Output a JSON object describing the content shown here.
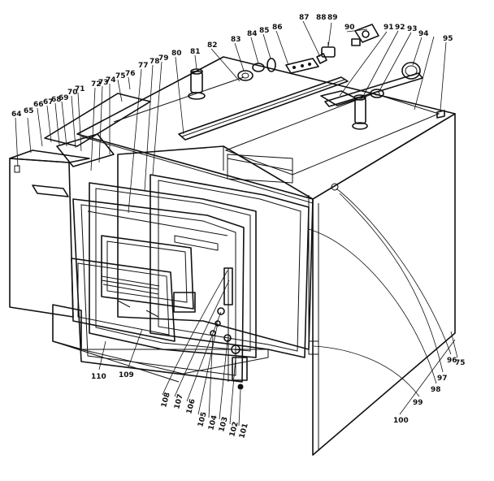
{
  "diagram": {
    "labels_top": [
      "64",
      "65",
      "66",
      "67",
      "68",
      "69",
      "70",
      "71",
      "72",
      "73",
      "74",
      "75",
      "76",
      "77",
      "78",
      "79",
      "80",
      "81",
      "82",
      "83",
      "84",
      "85",
      "86",
      "87",
      "88",
      "89",
      "90",
      "91",
      "92",
      "93",
      "94",
      "95"
    ],
    "labels_right": [
      "96",
      "75",
      "97",
      "98",
      "99",
      "100"
    ],
    "labels_bottom": [
      "101",
      "102",
      "103",
      "104",
      "105",
      "106",
      "107",
      "108",
      "109",
      "110"
    ]
  }
}
